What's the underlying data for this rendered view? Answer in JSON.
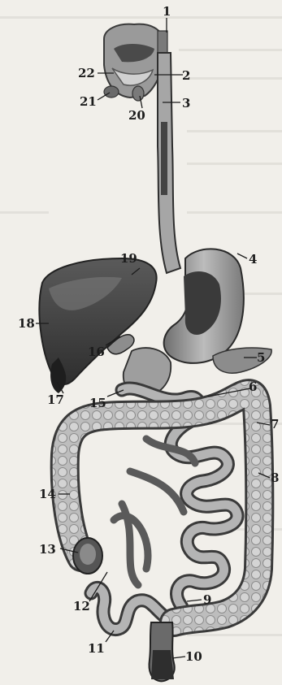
{
  "diagram": {
    "labels": [
      "1",
      "2",
      "3",
      "4",
      "5",
      "6",
      "7",
      "8",
      "9",
      "10",
      "11",
      "12",
      "13",
      "14",
      "15",
      "16",
      "17",
      "18",
      "19",
      "20",
      "21",
      "22"
    ],
    "parts": [
      "oral-cavity",
      "pharynx",
      "esophagus",
      "stomach",
      "pancreas",
      "small-intestine-jejunum",
      "transverse-colon",
      "descending-colon",
      "sigmoid-colon",
      "rectum",
      "ileum",
      "cecum",
      "appendix",
      "ascending-colon",
      "duodenum",
      "bile-duct",
      "gallbladder",
      "liver",
      "liver-right-lobe",
      "tongue",
      "salivary-gland",
      "nasal-cavity"
    ],
    "colors": {
      "background": "#f1efea",
      "organ_dark": "#3a3a3a",
      "organ_mid": "#8a8a8a",
      "organ_light": "#bdbdbd",
      "label": "#1c1c1c"
    }
  }
}
